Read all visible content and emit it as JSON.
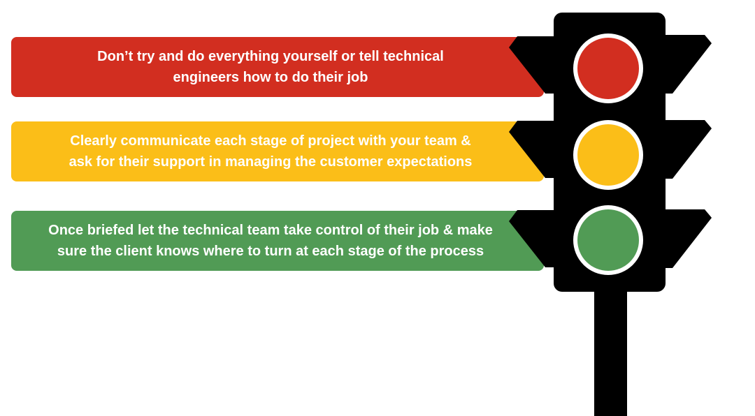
{
  "colors": {
    "red": "#d22e20",
    "amber": "#fbbe18",
    "green": "#519b55",
    "housing": "#000000",
    "lens_ring": "#ffffff",
    "text": "#ffffff"
  },
  "banners": [
    {
      "color": "red",
      "text": "Don’t try and do everything yourself or tell technical\nengineers how to do their job"
    },
    {
      "color": "amber",
      "text": "Clearly communicate each stage of project with your team &\nask for their support in managing the customer expectations"
    },
    {
      "color": "green",
      "text": "Once briefed let the technical team take control of their job & make\nsure the client knows where to turn at each stage of the process"
    }
  ],
  "traffic_light": {
    "lights": [
      "red",
      "amber",
      "green"
    ]
  }
}
